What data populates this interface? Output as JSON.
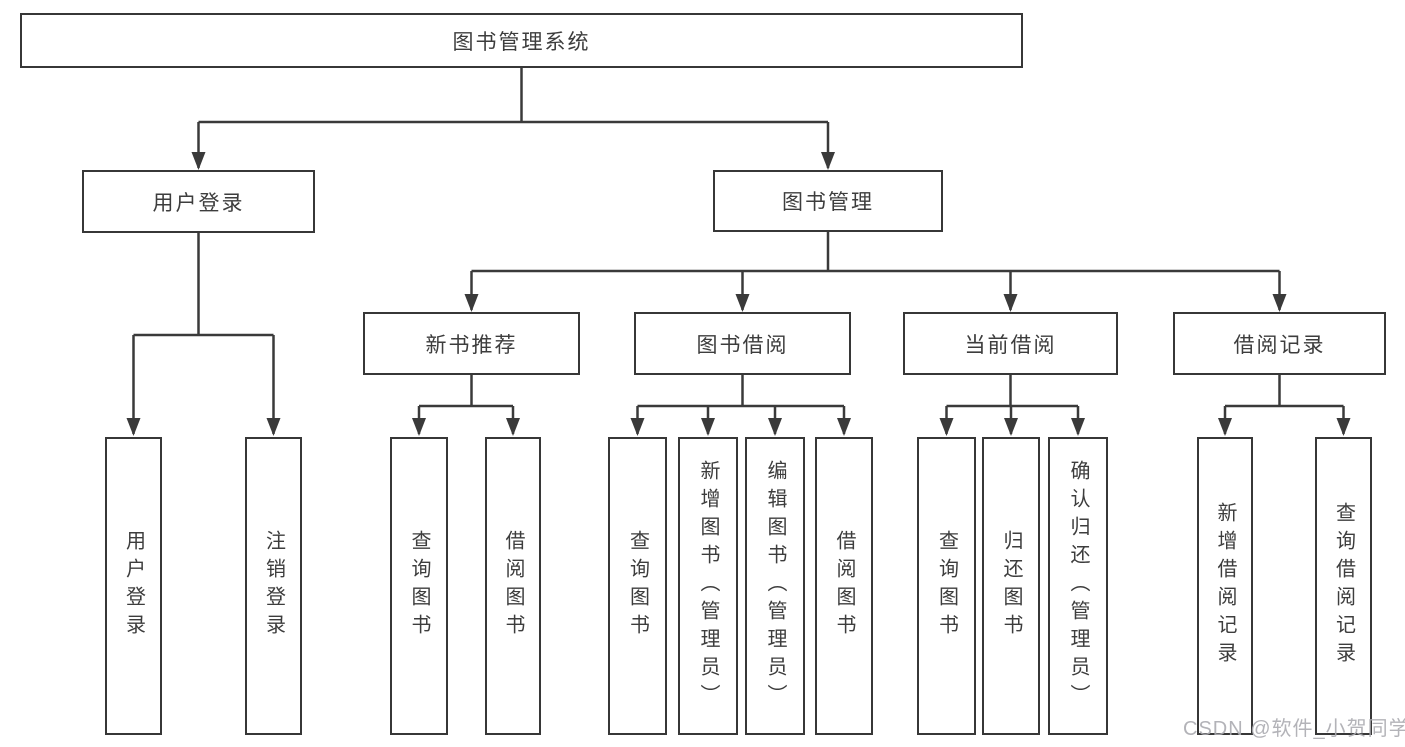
{
  "diagram": {
    "root": {
      "label": "图书管理系统"
    },
    "branches": [
      {
        "label": "用户登录",
        "children": [
          {
            "label": "用户登录"
          },
          {
            "label": "注销登录"
          }
        ]
      },
      {
        "label": "图书管理",
        "sections": [
          {
            "label": "新书推荐",
            "children": [
              {
                "label": "查询图书"
              },
              {
                "label": "借阅图书"
              }
            ]
          },
          {
            "label": "图书借阅",
            "children": [
              {
                "label": "查询图书"
              },
              {
                "label": "新增图书（管理员）"
              },
              {
                "label": "编辑图书（管理员）"
              },
              {
                "label": "借阅图书"
              }
            ]
          },
          {
            "label": "当前借阅",
            "children": [
              {
                "label": "查询图书"
              },
              {
                "label": "归还图书"
              },
              {
                "label": "确认归还（管理员）"
              }
            ]
          },
          {
            "label": "借阅记录",
            "children": [
              {
                "label": "新增借阅记录"
              },
              {
                "label": "查询借阅记录"
              }
            ]
          }
        ]
      }
    ],
    "colors": {
      "line": "#3a3a3a",
      "box_border": "#373737",
      "box_fill": "#ffffff",
      "text": "#3d3d3d",
      "watermark": "#ababb0"
    }
  },
  "watermark": {
    "text": "CSDN @软件_小贺同学"
  }
}
